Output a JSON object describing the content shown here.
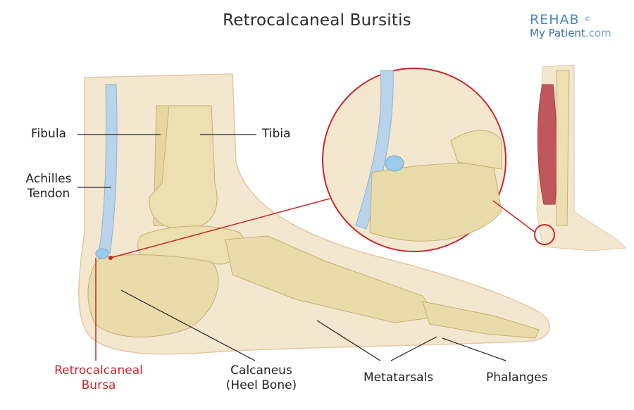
{
  "title": "Retrocalcaneal Bursitis",
  "logo": {
    "line1": "REHAB",
    "line2_a": "My Patient",
    "line2_b": ".com",
    "mark": "©"
  },
  "labels": {
    "fibula": "Fibula",
    "tibia": "Tibia",
    "achilles_1": "Achilles",
    "achilles_2": "Tendon",
    "bursa_1": "Retrocalcaneal",
    "bursa_2": "Bursa",
    "calcaneus_1": "Calcaneus",
    "calcaneus_2": "(Heel Bone)",
    "metatarsals": "Metatarsals",
    "phalanges": "Phalanges"
  },
  "colors": {
    "bone": "#e9dcaa",
    "bone_dark": "#cbb47a",
    "tendon": "#b9d4ea",
    "skin": "#f4e7cf",
    "muscle": "#c0575c",
    "bursa": "#9ccbe8",
    "highlight": "#c8262d"
  }
}
